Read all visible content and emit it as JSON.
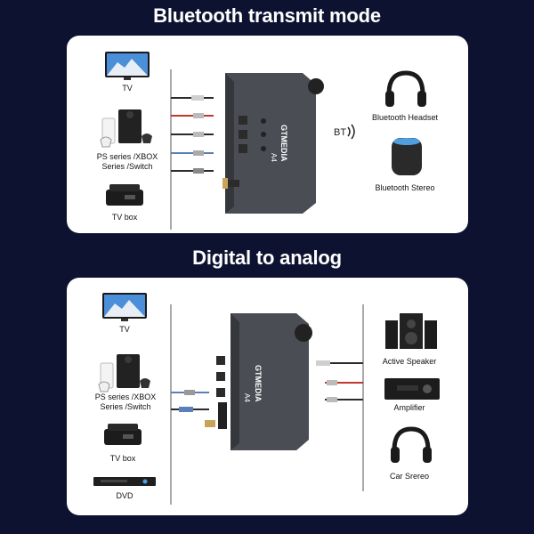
{
  "section1": {
    "title": "Bluetooth transmit mode",
    "sources": [
      {
        "label": "TV",
        "icon": "tv-icon"
      },
      {
        "label": "PS series /XBOX\nSeries /Switch",
        "icon": "game-console-icon"
      },
      {
        "label": "TV box",
        "icon": "tv-box-icon"
      }
    ],
    "device_brand": "GTMEDIA",
    "device_model": "A4",
    "bt_label": "BT",
    "outputs": [
      {
        "label": "Bluetooth Headset",
        "icon": "headphones-icon"
      },
      {
        "label": "Bluetooth Stereo",
        "icon": "smart-speaker-icon"
      }
    ]
  },
  "section2": {
    "title": "Digital to analog",
    "sources": [
      {
        "label": "TV",
        "icon": "tv-icon"
      },
      {
        "label": "PS series /XBOX\nSeries /Switch",
        "icon": "game-console-icon"
      },
      {
        "label": "TV box",
        "icon": "tv-box-icon"
      },
      {
        "label": "DVD",
        "icon": "dvd-player-icon"
      }
    ],
    "device_brand": "GTMEDIA",
    "device_model": "A4",
    "outputs": [
      {
        "label": "Active Speaker",
        "icon": "speaker-icon"
      },
      {
        "label": "Amplifier",
        "icon": "amplifier-icon"
      },
      {
        "label": "Car Srereo",
        "icon": "headphones-icon"
      }
    ]
  },
  "colors": {
    "background": "#0c1230",
    "panel": "#ffffff",
    "device": "#4a4d54",
    "cable_red": "#c0392b",
    "cable_blue": "#5b7fb8"
  }
}
